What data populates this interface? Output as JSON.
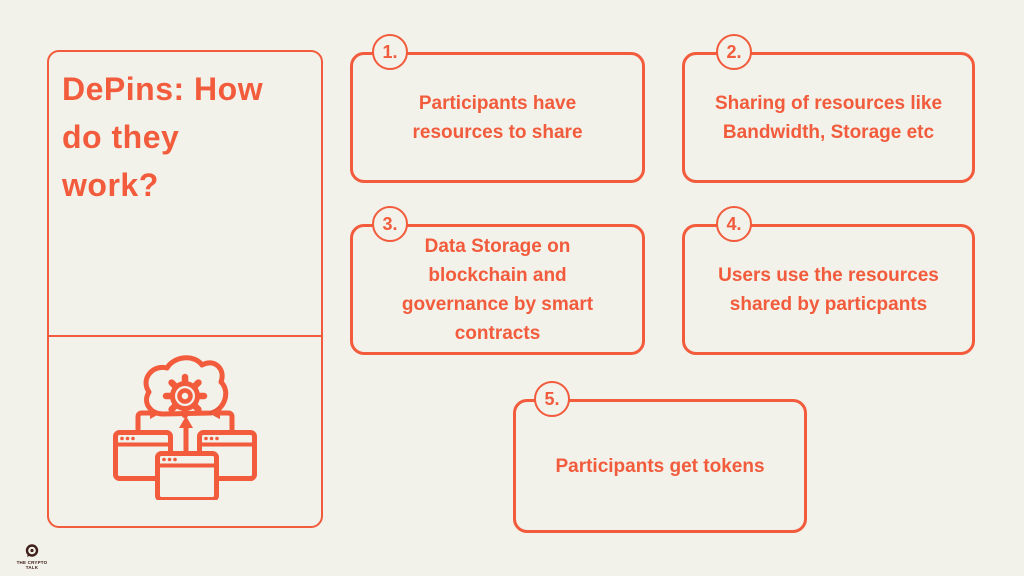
{
  "colors": {
    "accent": "#F25B3B",
    "background": "#F2F1EA",
    "watermark_dark": "#40201A"
  },
  "sidebar": {
    "title": "DePins: How\ndo they\nwork?",
    "icon": "cloud-gear-network-icon"
  },
  "steps": [
    {
      "number": "1.",
      "text": "Participants have resources to share"
    },
    {
      "number": "2.",
      "text": "Sharing of resources like Bandwidth, Storage etc"
    },
    {
      "number": "3.",
      "text": "Data Storage on blockchain and governance by smart contracts"
    },
    {
      "number": "4.",
      "text": "Users use the resources shared by particpants"
    },
    {
      "number": "5.",
      "text": "Participants get tokens"
    }
  ],
  "watermark": {
    "line1": "THE CRYPTO",
    "line2": "TALK"
  }
}
